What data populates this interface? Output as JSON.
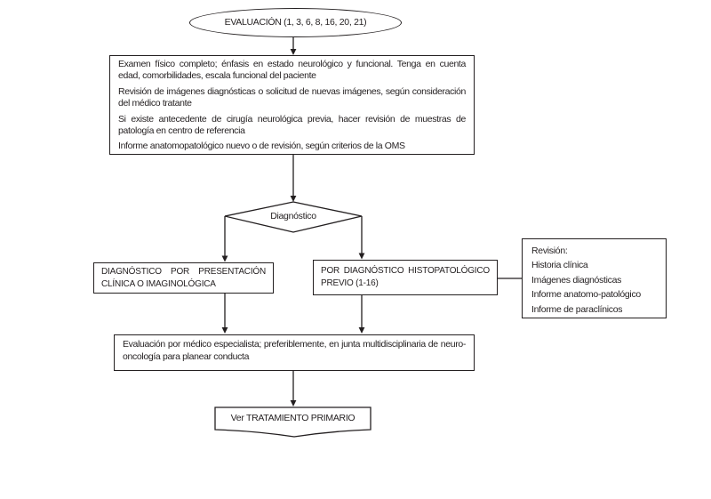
{
  "colors": {
    "line": "#231f20",
    "text": "#231f20",
    "background": "#ffffff"
  },
  "flowchart": {
    "start": {
      "label": "EVALUACIÓN (1, 3, 6, 8, 16, 20, 21)"
    },
    "exam_box": {
      "paragraphs": [
        "Examen físico completo; énfasis en estado neurológico y funcional. Tenga en cuenta edad, comorbilidades, escala funcional del paciente",
        "Revisión de imágenes diagnósticas o solicitud de nuevas imágenes, según consideración del médico tratante",
        "Si existe antecedente de cirugía neurológica previa, hacer revisión de muestras de patología en centro de referencia",
        "Informe anatomopatológico nuevo o de revisión, según criterios de la OMS"
      ]
    },
    "decision": {
      "label": "Diagnóstico"
    },
    "branch_left": {
      "label": "DIAGNÓSTICO POR PRESENTACIÓN CLÍNICA O IMAGINOLÓGICA"
    },
    "branch_right": {
      "label": "POR DIAGNÓSTICO HISTOPATOLÓGICO PREVIO (1-16)"
    },
    "revision_box": {
      "title": "Revisión:",
      "items": [
        "Historia clínica",
        "Imágenes diagnósticas",
        "Informe anatomo-patológico",
        "Informe de paraclínicos"
      ]
    },
    "specialist_box": {
      "text": "Evaluación por médico especialista; preferiblemente, en junta multidisciplinaria de neuro-oncología para planear conducta"
    },
    "terminator": {
      "label": "Ver TRATAMIENTO PRIMARIO"
    }
  }
}
